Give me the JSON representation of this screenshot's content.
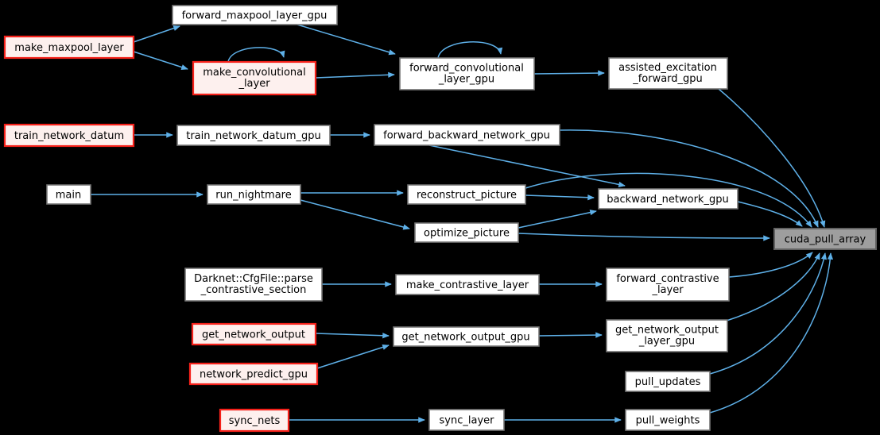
{
  "diagram": {
    "kind": "caller-call-graph",
    "target_function": "cuda_pull_array"
  },
  "colors": {
    "background": "#000000",
    "edge": "#5eb0e8",
    "node_fill": "#ffffff",
    "node_border": "#757575",
    "entry_node_fill": "#fdf0ee",
    "entry_node_border": "#f5211a",
    "highlight_node_fill": "#9e9e9e",
    "highlight_node_border": "#626262",
    "text": "#000000"
  },
  "nodes": [
    {
      "id": "forward_maxpool_layer_gpu",
      "style": "normal",
      "lines": [
        "forward_maxpool_layer_gpu"
      ]
    },
    {
      "id": "make_maxpool_layer",
      "style": "red",
      "lines": [
        "make_maxpool_layer"
      ]
    },
    {
      "id": "make_convolutional_layer",
      "style": "red",
      "lines": [
        "make_convolutional",
        "_layer"
      ]
    },
    {
      "id": "forward_convolutional_layer_gpu",
      "style": "normal",
      "lines": [
        "forward_convolutional",
        "_layer_gpu"
      ]
    },
    {
      "id": "assisted_excitation_forward_gpu",
      "style": "normal",
      "lines": [
        "assisted_excitation",
        "_forward_gpu"
      ]
    },
    {
      "id": "train_network_datum",
      "style": "red",
      "lines": [
        "train_network_datum"
      ]
    },
    {
      "id": "train_network_datum_gpu",
      "style": "normal",
      "lines": [
        "train_network_datum_gpu"
      ]
    },
    {
      "id": "forward_backward_network_gpu",
      "style": "normal",
      "lines": [
        "forward_backward_network_gpu"
      ]
    },
    {
      "id": "main",
      "style": "normal",
      "lines": [
        "main"
      ]
    },
    {
      "id": "run_nightmare",
      "style": "normal",
      "lines": [
        "run_nightmare"
      ]
    },
    {
      "id": "reconstruct_picture",
      "style": "normal",
      "lines": [
        "reconstruct_picture"
      ]
    },
    {
      "id": "backward_network_gpu",
      "style": "normal",
      "lines": [
        "backward_network_gpu"
      ]
    },
    {
      "id": "optimize_picture",
      "style": "normal",
      "lines": [
        "optimize_picture"
      ]
    },
    {
      "id": "cuda_pull_array",
      "style": "highlight",
      "lines": [
        "cuda_pull_array"
      ]
    },
    {
      "id": "parse_contrastive_section",
      "style": "normal",
      "lines": [
        "Darknet::CfgFile::parse",
        "_contrastive_section"
      ]
    },
    {
      "id": "make_contrastive_layer",
      "style": "normal",
      "lines": [
        "make_contrastive_layer"
      ]
    },
    {
      "id": "forward_contrastive_layer",
      "style": "normal",
      "lines": [
        "forward_contrastive",
        "_layer"
      ]
    },
    {
      "id": "get_network_output",
      "style": "red",
      "lines": [
        "get_network_output"
      ]
    },
    {
      "id": "get_network_output_gpu",
      "style": "normal",
      "lines": [
        "get_network_output_gpu"
      ]
    },
    {
      "id": "get_network_output_layer_gpu",
      "style": "normal",
      "lines": [
        "get_network_output",
        "_layer_gpu"
      ]
    },
    {
      "id": "network_predict_gpu",
      "style": "red",
      "lines": [
        "network_predict_gpu"
      ]
    },
    {
      "id": "pull_updates",
      "style": "normal",
      "lines": [
        "pull_updates"
      ]
    },
    {
      "id": "sync_nets",
      "style": "red",
      "lines": [
        "sync_nets"
      ]
    },
    {
      "id": "sync_layer",
      "style": "normal",
      "lines": [
        "sync_layer"
      ]
    },
    {
      "id": "pull_weights",
      "style": "normal",
      "lines": [
        "pull_weights"
      ]
    }
  ],
  "edges": [
    {
      "from": "make_maxpool_layer",
      "to": "forward_maxpool_layer_gpu"
    },
    {
      "from": "make_maxpool_layer",
      "to": "make_convolutional_layer"
    },
    {
      "from": "make_convolutional_layer",
      "to": "make_convolutional_layer"
    },
    {
      "from": "make_convolutional_layer",
      "to": "forward_convolutional_layer_gpu"
    },
    {
      "from": "forward_maxpool_layer_gpu",
      "to": "forward_convolutional_layer_gpu"
    },
    {
      "from": "forward_convolutional_layer_gpu",
      "to": "forward_convolutional_layer_gpu"
    },
    {
      "from": "forward_convolutional_layer_gpu",
      "to": "assisted_excitation_forward_gpu"
    },
    {
      "from": "assisted_excitation_forward_gpu",
      "to": "cuda_pull_array"
    },
    {
      "from": "train_network_datum",
      "to": "train_network_datum_gpu"
    },
    {
      "from": "train_network_datum_gpu",
      "to": "forward_backward_network_gpu"
    },
    {
      "from": "forward_backward_network_gpu",
      "to": "backward_network_gpu"
    },
    {
      "from": "forward_backward_network_gpu",
      "to": "cuda_pull_array"
    },
    {
      "from": "main",
      "to": "run_nightmare"
    },
    {
      "from": "run_nightmare",
      "to": "reconstruct_picture"
    },
    {
      "from": "run_nightmare",
      "to": "optimize_picture"
    },
    {
      "from": "reconstruct_picture",
      "to": "backward_network_gpu"
    },
    {
      "from": "reconstruct_picture",
      "to": "cuda_pull_array"
    },
    {
      "from": "optimize_picture",
      "to": "backward_network_gpu"
    },
    {
      "from": "optimize_picture",
      "to": "cuda_pull_array"
    },
    {
      "from": "backward_network_gpu",
      "to": "cuda_pull_array"
    },
    {
      "from": "parse_contrastive_section",
      "to": "make_contrastive_layer"
    },
    {
      "from": "make_contrastive_layer",
      "to": "forward_contrastive_layer"
    },
    {
      "from": "forward_contrastive_layer",
      "to": "cuda_pull_array"
    },
    {
      "from": "get_network_output",
      "to": "get_network_output_gpu"
    },
    {
      "from": "network_predict_gpu",
      "to": "get_network_output_gpu"
    },
    {
      "from": "get_network_output_gpu",
      "to": "get_network_output_layer_gpu"
    },
    {
      "from": "get_network_output_layer_gpu",
      "to": "cuda_pull_array"
    },
    {
      "from": "pull_updates",
      "to": "cuda_pull_array"
    },
    {
      "from": "sync_nets",
      "to": "sync_layer"
    },
    {
      "from": "sync_layer",
      "to": "pull_weights"
    },
    {
      "from": "pull_weights",
      "to": "cuda_pull_array"
    }
  ]
}
